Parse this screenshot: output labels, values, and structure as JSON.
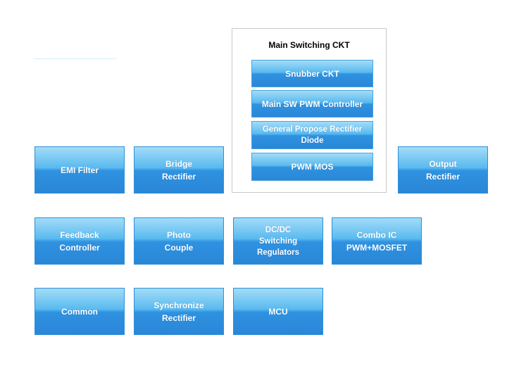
{
  "main_switching": {
    "title": "Main Switching CKT",
    "items": [
      [
        "Snubber CKT"
      ],
      [
        "Main SW PWM Controller"
      ],
      [
        "General Propose Rectifier",
        "Diode"
      ],
      [
        "PWM MOS"
      ]
    ]
  },
  "row1": [
    [
      "EMI Filter"
    ],
    [
      "Bridge",
      "Rectifier"
    ],
    [
      "Output",
      "Rectifier"
    ]
  ],
  "row2": [
    [
      "Feedback",
      "Controller"
    ],
    [
      "Photo",
      "Couple"
    ],
    [
      "DC/DC",
      "Switching",
      "Regulators"
    ],
    [
      "Combo IC",
      "PWM+MOSFET"
    ]
  ],
  "row3": [
    [
      "Common"
    ],
    [
      "Synchronize",
      "Rectifier"
    ],
    [
      "MCU"
    ]
  ],
  "colors": {
    "block_top": "#a3dcf8",
    "block_bottom": "#2a86d8",
    "block_border": "#2f8fd8",
    "box_border": "#c9c9c9"
  }
}
